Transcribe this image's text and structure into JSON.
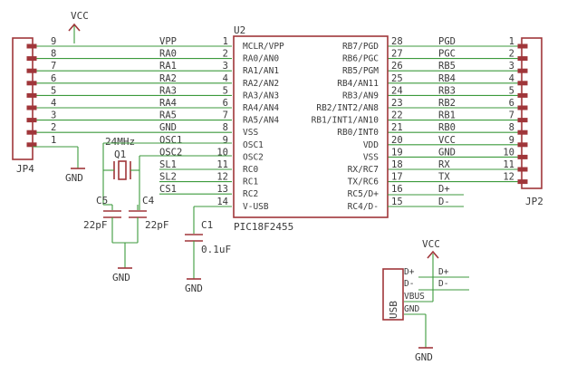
{
  "u2": {
    "ref": "U2",
    "part": "PIC18F2455",
    "left_pins": [
      {
        "num": "1",
        "name": "MCLR/VPP",
        "net": "VPP"
      },
      {
        "num": "2",
        "name": "RA0/AN0",
        "net": "RA0"
      },
      {
        "num": "3",
        "name": "RA1/AN1",
        "net": "RA1"
      },
      {
        "num": "4",
        "name": "RA2/AN2",
        "net": "RA2"
      },
      {
        "num": "5",
        "name": "RA3/AN3",
        "net": "RA3"
      },
      {
        "num": "6",
        "name": "RA4/AN4",
        "net": "RA4"
      },
      {
        "num": "7",
        "name": "RA5/AN4",
        "net": "RA5"
      },
      {
        "num": "8",
        "name": "VSS",
        "net": "GND"
      },
      {
        "num": "9",
        "name": "OSC1",
        "net": "OSC1"
      },
      {
        "num": "10",
        "name": "OSC2",
        "net": "OSC2"
      },
      {
        "num": "11",
        "name": "RC0",
        "net": "SL1"
      },
      {
        "num": "12",
        "name": "RC1",
        "net": "SL2"
      },
      {
        "num": "13",
        "name": "RC2",
        "net": "CS1"
      },
      {
        "num": "14",
        "name": "V-USB",
        "net": ""
      }
    ],
    "right_pins": [
      {
        "num": "28",
        "name": "RB7/PGD",
        "net": "PGD"
      },
      {
        "num": "27",
        "name": "RB6/PGC",
        "net": "PGC"
      },
      {
        "num": "26",
        "name": "RB5/PGM",
        "net": "RB5"
      },
      {
        "num": "25",
        "name": "RB4/AN11",
        "net": "RB4"
      },
      {
        "num": "24",
        "name": "RB3/AN9",
        "net": "RB3"
      },
      {
        "num": "23",
        "name": "RB2/INT2/AN8",
        "net": "RB2"
      },
      {
        "num": "22",
        "name": "RB1/INT1/AN10",
        "net": "RB1"
      },
      {
        "num": "21",
        "name": "RB0/INT0",
        "net": "RB0"
      },
      {
        "num": "20",
        "name": "VDD",
        "net": "VCC"
      },
      {
        "num": "19",
        "name": "VSS",
        "net": "GND"
      },
      {
        "num": "18",
        "name": "RX/RC7",
        "net": "RX"
      },
      {
        "num": "17",
        "name": "TX/RC6",
        "net": "TX"
      },
      {
        "num": "16",
        "name": "RC5/D+",
        "net": "D+"
      },
      {
        "num": "15",
        "name": "RC4/D-",
        "net": "D-"
      }
    ]
  },
  "jp4": {
    "ref": "JP4",
    "pins": [
      "9",
      "8",
      "7",
      "6",
      "5",
      "4",
      "3",
      "2",
      "1"
    ]
  },
  "jp2": {
    "ref": "JP2",
    "pins": [
      "1",
      "2",
      "3",
      "4",
      "5",
      "6",
      "7",
      "8",
      "9",
      "10",
      "11",
      "12"
    ]
  },
  "crystal": {
    "ref": "Q1",
    "value": "24MHz"
  },
  "c5": {
    "ref": "C5",
    "value": "22pF"
  },
  "c4": {
    "ref": "C4",
    "value": "22pF"
  },
  "c1": {
    "ref": "C1",
    "value": "0.1uF"
  },
  "usb": {
    "ref": "USB",
    "pins": [
      "D+",
      "D-",
      "VBUS",
      "GND"
    ],
    "nets": [
      "D+",
      "D-"
    ]
  },
  "power": {
    "vcc": "VCC",
    "gnd": "GND"
  }
}
